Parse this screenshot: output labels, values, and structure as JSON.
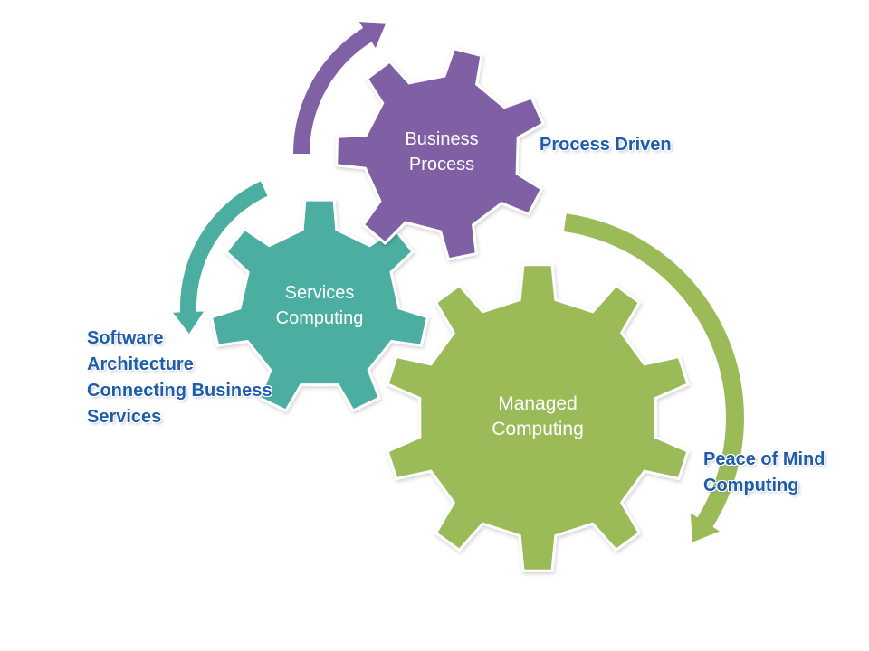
{
  "diagram": {
    "gears": {
      "business": {
        "lines": [
          "Business",
          "Process"
        ],
        "color": "#8061A5",
        "stroke": "#ffffff"
      },
      "services": {
        "lines": [
          "Services",
          "Computing"
        ],
        "color": "#4BAEA0",
        "stroke": "#ffffff"
      },
      "managed": {
        "lines": [
          "Managed",
          "Computing"
        ],
        "color": "#9BBB59",
        "stroke": "#ffffff"
      }
    },
    "labels": {
      "business": [
        "Process Driven"
      ],
      "services": [
        "Software",
        "Architecture",
        "Connecting Business",
        "Services"
      ],
      "managed": [
        "Peace of Mind",
        "Computing"
      ]
    },
    "colors": {
      "label_text": "#1F5DA8",
      "arrow_purple": "#8061A5",
      "arrow_teal": "#4BAEA0",
      "arrow_green": "#9BBB59"
    }
  }
}
